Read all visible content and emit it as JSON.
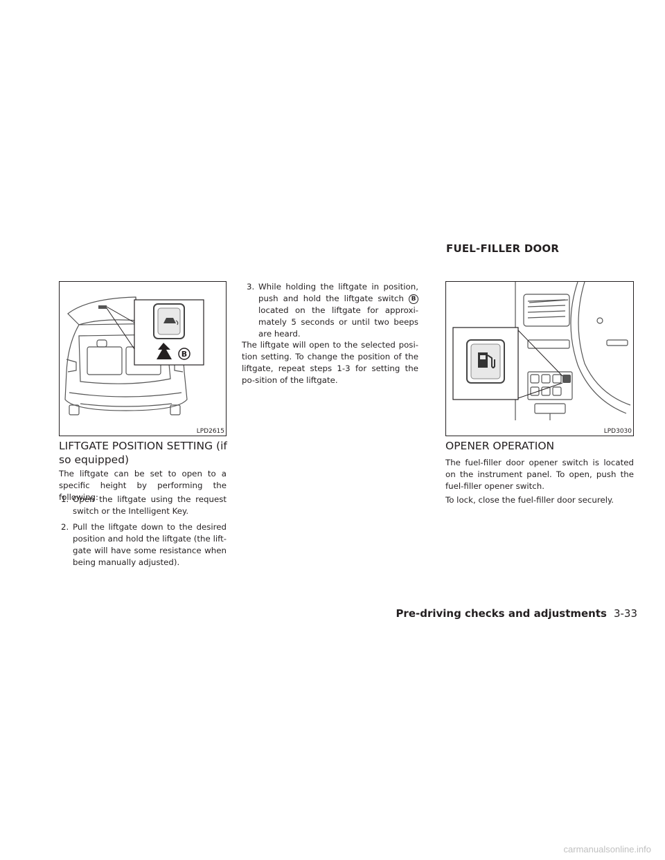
{
  "section_header": "FUEL-FILLER DOOR",
  "figures": {
    "liftgate": {
      "code": "LPD2615",
      "callout": "B"
    },
    "fuel_door": {
      "code": "LPD3030"
    }
  },
  "liftgate_section": {
    "heading": "LIFTGATE POSITION SETTING (if so equipped)",
    "intro": "The liftgate can be set to open to a specific height by performing the following:",
    "steps": [
      {
        "num": "1.",
        "text": "Open the liftgate using the request switch or the Intelligent Key."
      },
      {
        "num": "2.",
        "text": "Pull the liftgate down to the desired position and hold the liftgate (the lift-gate will have some resistance when being manually adjusted)."
      },
      {
        "num": "3.",
        "text_before": "While holding the liftgate in position, push and hold the liftgate switch",
        "callout": "B",
        "text_after": "located on the liftgate for approxi-mately 5 seconds or until two beeps are heard."
      }
    ],
    "outro": "The liftgate will open to the selected posi-tion setting. To change the position of the liftgate, repeat steps 1-3 for setting the po-sition of the liftgate."
  },
  "opener_section": {
    "heading": "OPENER OPERATION",
    "para1": "The fuel-filler door opener switch is located on the instrument panel. To open, push the fuel-filler opener switch.",
    "para2": "To lock, close the fuel-filler door securely."
  },
  "footer": {
    "title": "Pre-driving checks and adjustments",
    "page": "3-33"
  },
  "watermark": "carmanualsonline.info"
}
